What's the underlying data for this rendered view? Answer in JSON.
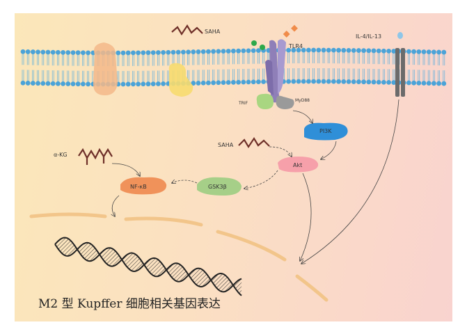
{
  "labels": {
    "saha_top": "SAHA",
    "tlr4": "TLR4",
    "il4_il13": "IL-4/IL-13",
    "trif": "TRIF",
    "myd88": "MyD88",
    "pi3k": "PI3K",
    "saha_mid": "SAHA",
    "akt": "Akt",
    "akg": "α-KG",
    "nfkb": "NF-κB",
    "gsk3b": "GSK3β"
  },
  "caption": "M2 型 Kupffer 细胞相关基因表达",
  "colors": {
    "background_left": "#fbe7b9",
    "background_right": "#f9d3cf",
    "membrane_head": "#4aa3d8",
    "pi3k": "#2f8fd8",
    "akt": "#f6a0aa",
    "nfkb": "#f0925a",
    "gsk3b": "#a6cf88",
    "saha_molecule": "#6e2f28",
    "tlr4": "#8f7fb8",
    "il_receptor": "#6b6b6b"
  }
}
